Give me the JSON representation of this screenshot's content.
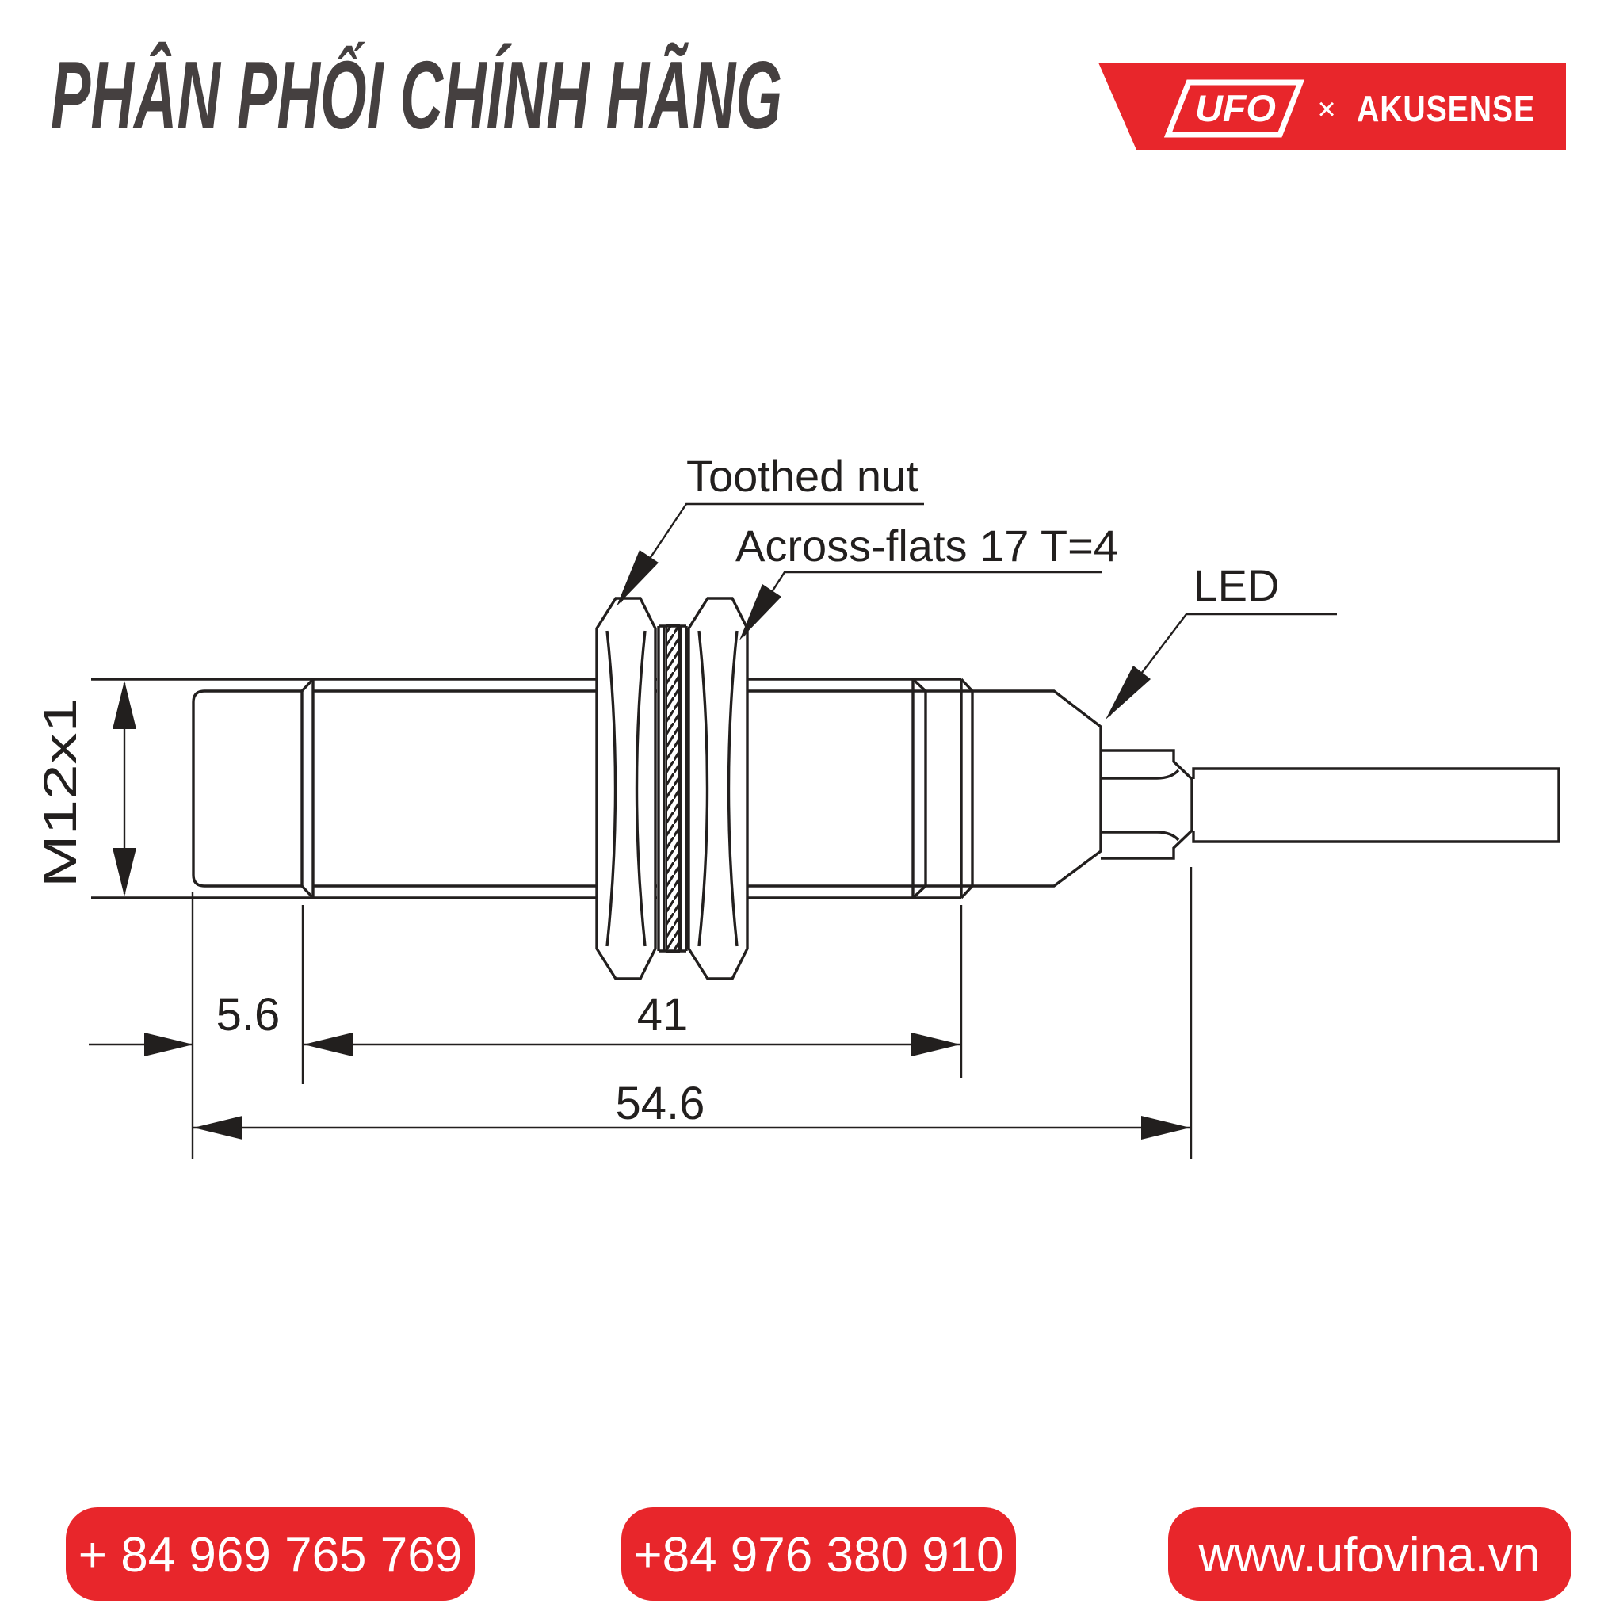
{
  "header": {
    "title": "PHÂN PHỐI CHÍNH HÃNG",
    "brand": {
      "logo": "UFO",
      "separator": "×",
      "partner": "AKUSENSE"
    }
  },
  "diagram": {
    "labels": {
      "toothed_nut": "Toothed nut",
      "across_flats": "Across-flats 17  T=4",
      "led": "LED"
    },
    "dimensions": {
      "thread_spec": "M12x1",
      "tip_length": "5.6",
      "thread_length": "41",
      "total_length": "54.6"
    }
  },
  "footer": {
    "phone_1": "+ 84 969 765 769",
    "phone_2": "+84 976 380 910",
    "website": "www.ufovina.vn"
  },
  "colors": {
    "accent_red": "#e8262b",
    "line_dark": "#221f1e",
    "title_gray": "#454040"
  }
}
